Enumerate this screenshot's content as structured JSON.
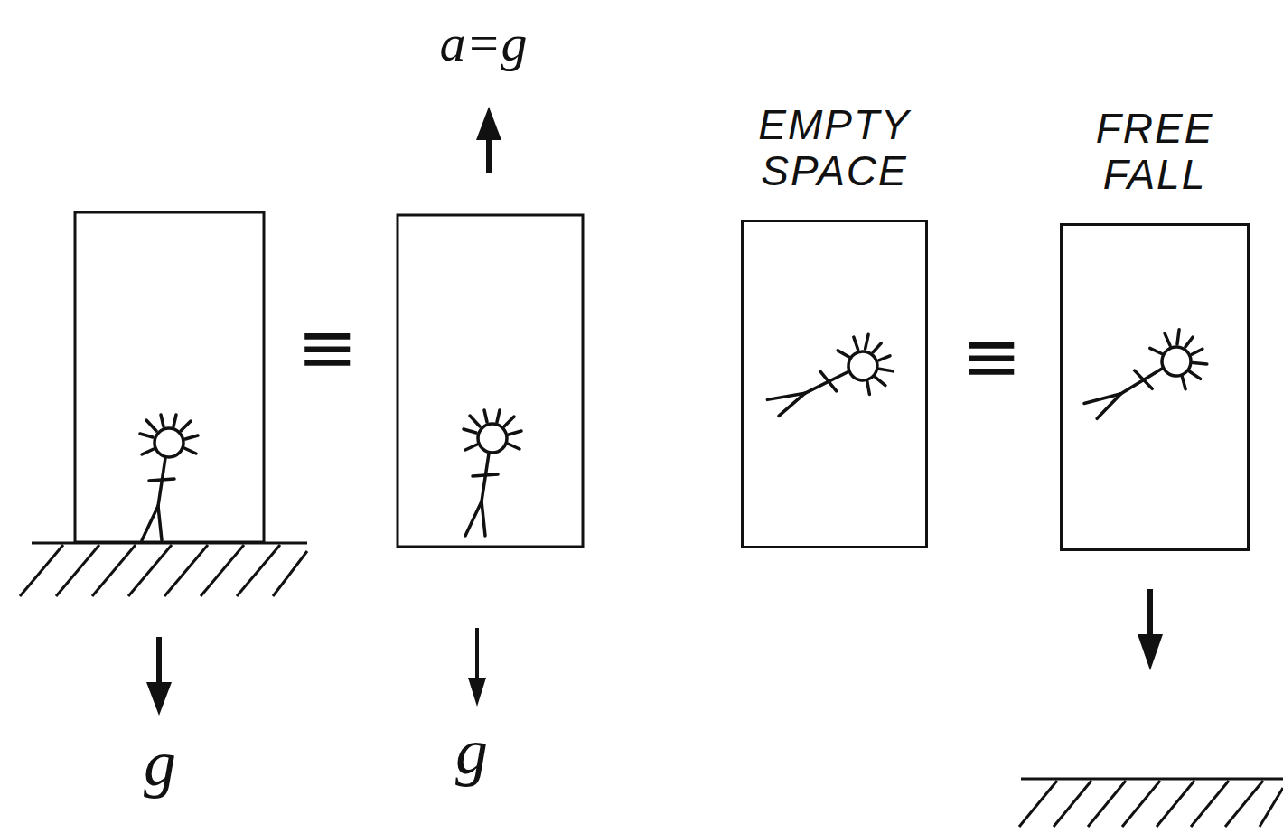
{
  "diagram": {
    "nodes": [
      {
        "text": [
          "EMPTY SPACE"
        ]
      },
      {
        "text": [
          "FREE FALL"
        ]
      }
    ],
    "labels": [
      "a=g",
      "≡",
      "≡",
      "g",
      "g"
    ]
  }
}
